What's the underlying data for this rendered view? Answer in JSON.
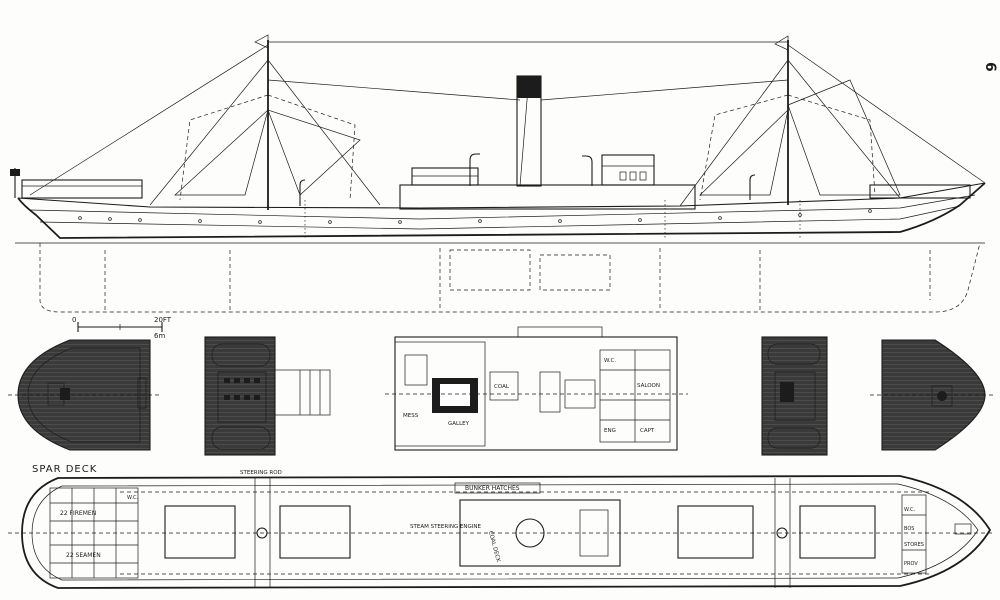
{
  "sheet": {
    "page_number": "6"
  },
  "scale_bar": {
    "tick_start": "0",
    "tick_end": "20FT",
    "unit_end": "6m"
  },
  "spar_deck": {
    "title": "SPAR DECK",
    "steering_rod": "STEERING ROD",
    "bunker_hatches": "BUNKER HATCHES",
    "steam_steering_engine": "STEAM STEERING ENGINE",
    "coal_deck": "COAL DECK",
    "firemen": "22 FIREMEN",
    "seamen": "22 SEAMEN",
    "wc_aft": "W.C.",
    "wc_fwd": "W.C.",
    "bos": "BOS",
    "stores": "STORES",
    "provisions": "PROV"
  },
  "bridge_plan": {
    "saloon": "SALOON",
    "capt": "CAPT",
    "engr": "ENG",
    "mess": "MESS",
    "galley": "GALLEY",
    "coal": "COAL",
    "wc": "W.C."
  }
}
